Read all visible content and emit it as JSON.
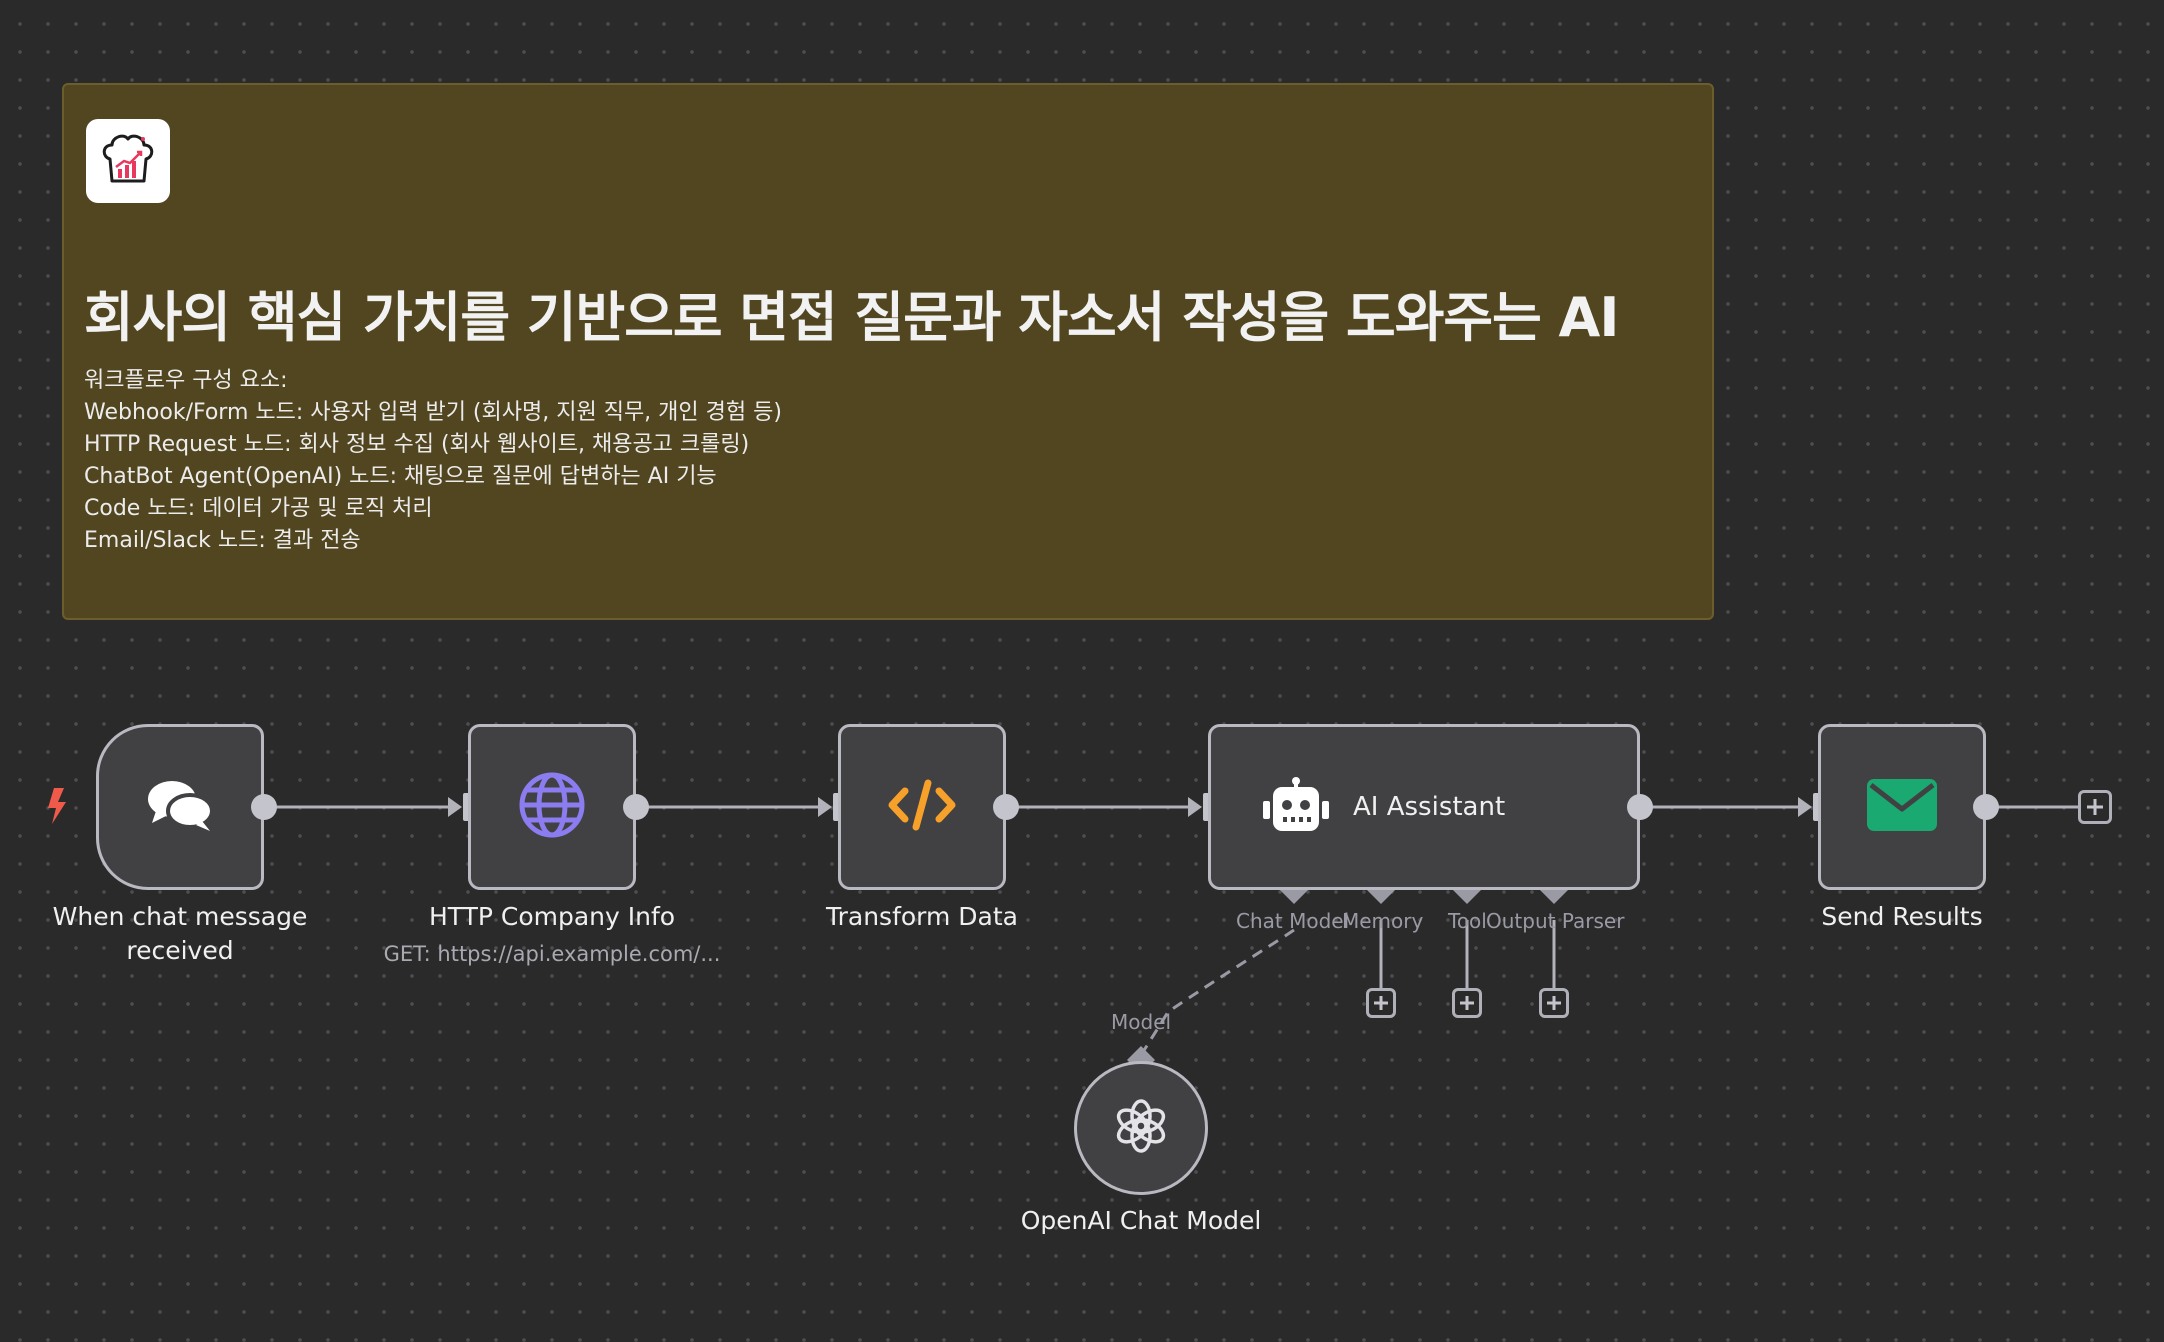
{
  "sticky_note": {
    "title": "회사의 핵심 가치를 기반으로 면접 질문과 자소서 작성을 도와주는 AI",
    "lines": [
      "워크플로우 구성 요소:",
      "Webhook/Form 노드: 사용자 입력 받기 (회사명, 지원 직무, 개인 경험 등)",
      "HTTP Request 노드: 회사 정보 수집 (회사 웹사이트, 채용공고 크롤링)",
      "ChatBot Agent(OpenAI) 노드: 채팅으로 질문에 답변하는 AI 기능",
      "Code 노드: 데이터 가공 및 로직 처리",
      "Email/Slack 노드: 결과 전송"
    ],
    "colors": {
      "background": "#524620",
      "border": "#6c5d2c"
    }
  },
  "nodes": {
    "chat_trigger": {
      "name": "When chat message received",
      "icon": "chat-bubbles-icon"
    },
    "http": {
      "name": "HTTP Company Info",
      "subtitle": "GET: https://api.example.com/...",
      "icon": "globe-icon"
    },
    "transform": {
      "name": "Transform Data",
      "icon": "code-icon"
    },
    "ai_agent": {
      "name": "AI Assistant",
      "icon": "robot-icon",
      "inputs": [
        "Chat Model",
        "Memory",
        "Tool",
        "Output Parser"
      ]
    },
    "send": {
      "name": "Send Results",
      "icon": "envelope-icon"
    },
    "openai": {
      "name": "OpenAI Chat Model",
      "icon": "openai-icon",
      "connection_label": "Model"
    }
  },
  "colors": {
    "canvas": "#2a2a2b",
    "node_fill": "#414144",
    "node_border": "#b9b9c1",
    "globe": "#8b7cf0",
    "code": "#f7a12a",
    "email": "#1aa971",
    "trigger_bolt": "#ef5a4a"
  }
}
